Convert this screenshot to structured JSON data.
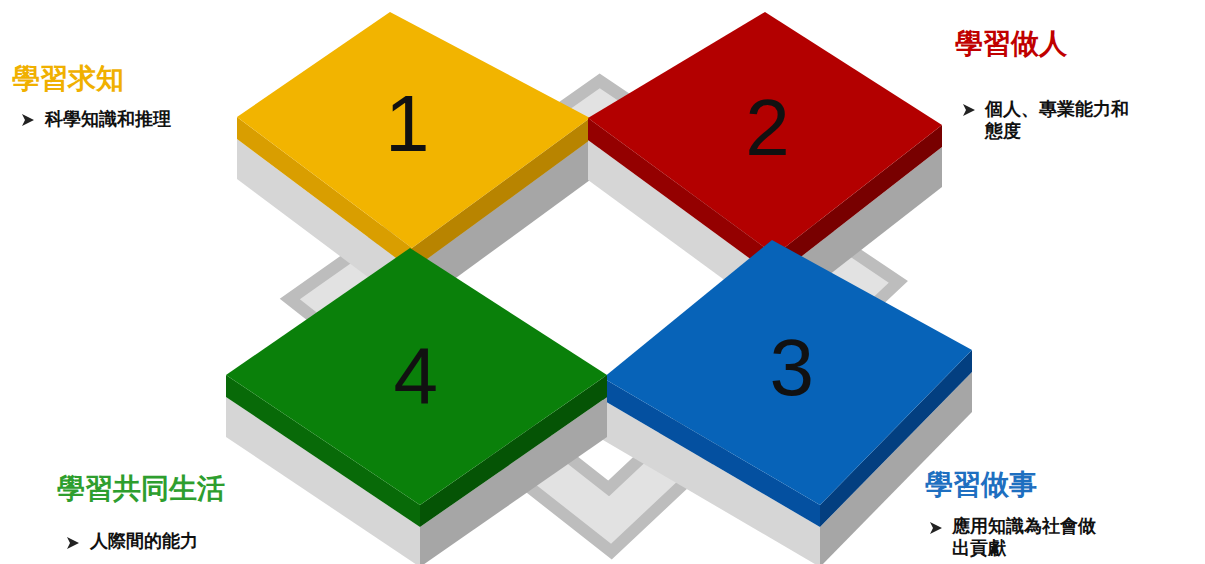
{
  "diagram": {
    "nodes": [
      {
        "text": [
          "1",
          "學習求知",
          "科學知識和推理"
        ]
      },
      {
        "text": [
          "2",
          "學習做人",
          "個人、專業能力和態度"
        ]
      },
      {
        "text": [
          "3",
          "學習做事",
          "應用知識為社會做出貢獻"
        ]
      },
      {
        "text": [
          "4",
          "學習共同生活",
          "人際間的能力"
        ]
      }
    ]
  }
}
